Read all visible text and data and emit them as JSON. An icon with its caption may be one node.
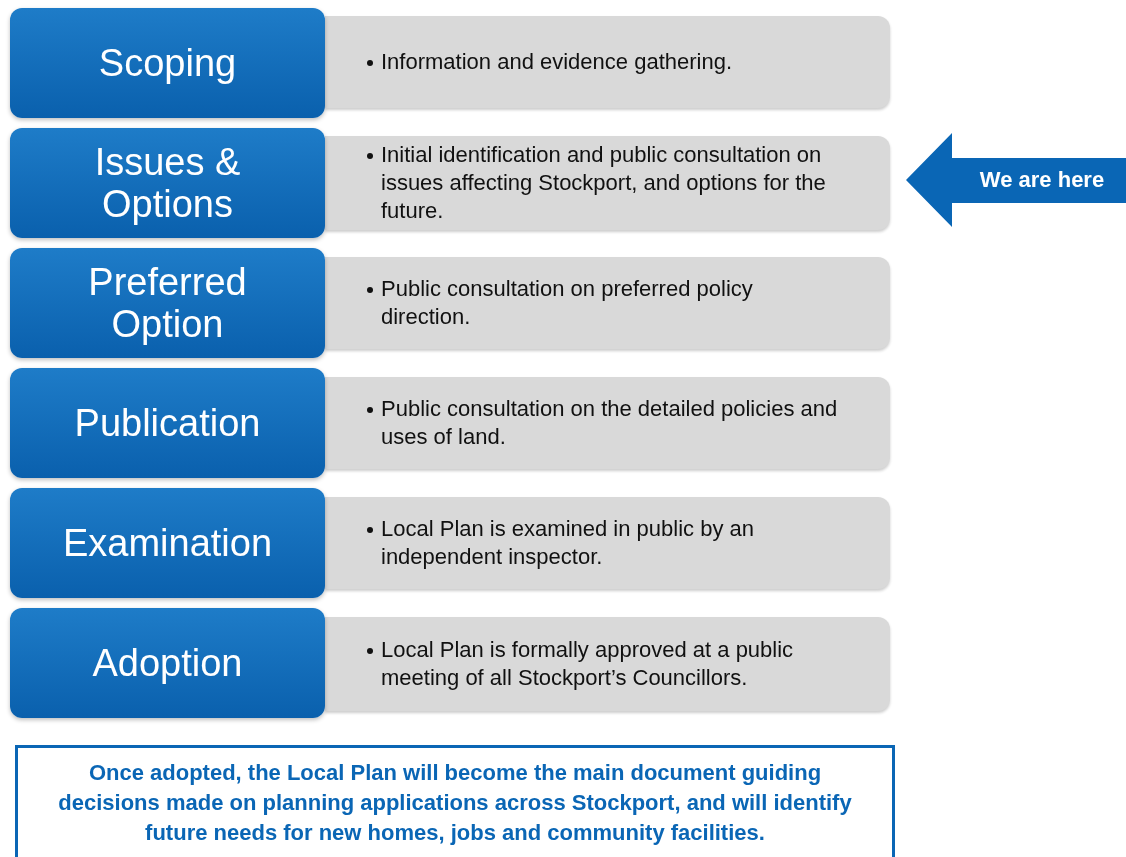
{
  "diagram": {
    "nodes": [
      {
        "text": [
          "Scoping"
        ]
      },
      {
        "text": [
          "Information and evidence gathering."
        ]
      },
      {
        "text": [
          "Issues & Options"
        ]
      },
      {
        "text": [
          "Initial identification and public consultation on issues affecting Stockport, and options for the future."
        ]
      },
      {
        "text": [
          "Preferred Option"
        ]
      },
      {
        "text": [
          "Public consultation on preferred policy direction."
        ]
      },
      {
        "text": [
          "Publication"
        ]
      },
      {
        "text": [
          "Public consultation on the detailed policies and uses of land."
        ]
      },
      {
        "text": [
          "Examination"
        ]
      },
      {
        "text": [
          "Local Plan is examined in public by an independent inspector."
        ]
      },
      {
        "text": [
          "Adoption"
        ]
      },
      {
        "text": [
          "Local Plan is formally approved at a public meeting of all Stockport’s Councillors."
        ]
      },
      {
        "text": [
          "We are here"
        ]
      },
      {
        "text": [
          "Once adopted, the Local Plan will become the main document guiding decisions made on planning applications across Stockport, and will identify future needs for new homes, jobs and community facilities."
        ]
      }
    ]
  }
}
